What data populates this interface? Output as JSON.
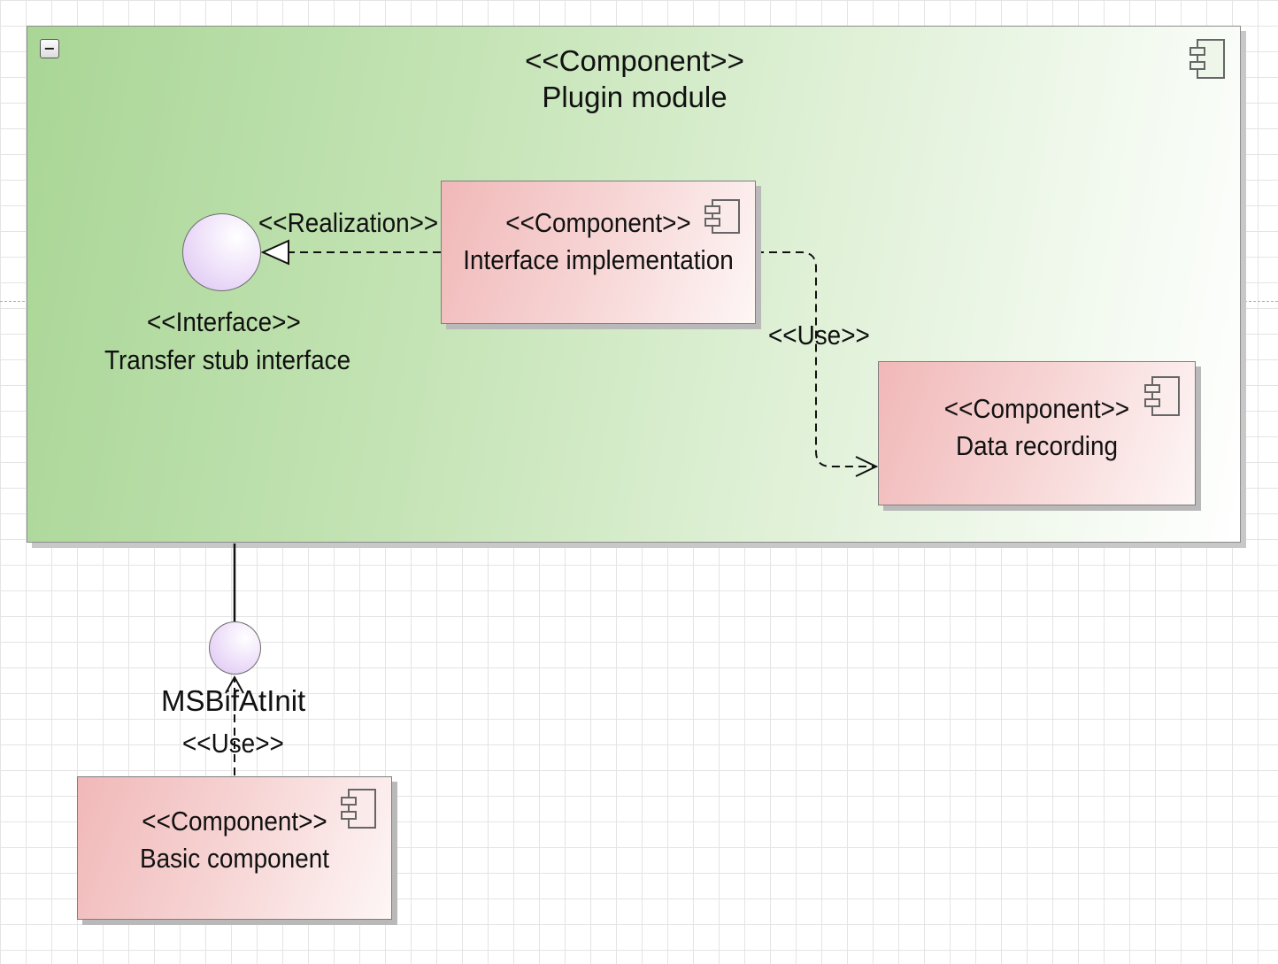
{
  "package": {
    "stereotype": "<<Component>>",
    "name": "Plugin module"
  },
  "components": {
    "interface_implementation": {
      "stereotype": "<<Component>>",
      "name": "Interface implementation"
    },
    "data_recording": {
      "stereotype": "<<Component>>",
      "name": "Data recording"
    },
    "basic_component": {
      "stereotype": "<<Component>>",
      "name": "Basic component"
    }
  },
  "interfaces": {
    "transfer_stub": {
      "stereotype": "<<Interface>>",
      "name": "Transfer stub interface"
    },
    "msbifatinit": {
      "name": "MSBifAtInit"
    }
  },
  "relations": {
    "realization": "<<Realization>>",
    "use_data_recording": "<<Use>>",
    "use_msbifatinit": "<<Use>>"
  },
  "icons": {
    "collapse": "collapse-icon",
    "component": "component-icon"
  },
  "colors": {
    "package_fill": "#a9d696",
    "component_fill": "#f1b8b8",
    "interface_fill": "#dcc2f2"
  }
}
